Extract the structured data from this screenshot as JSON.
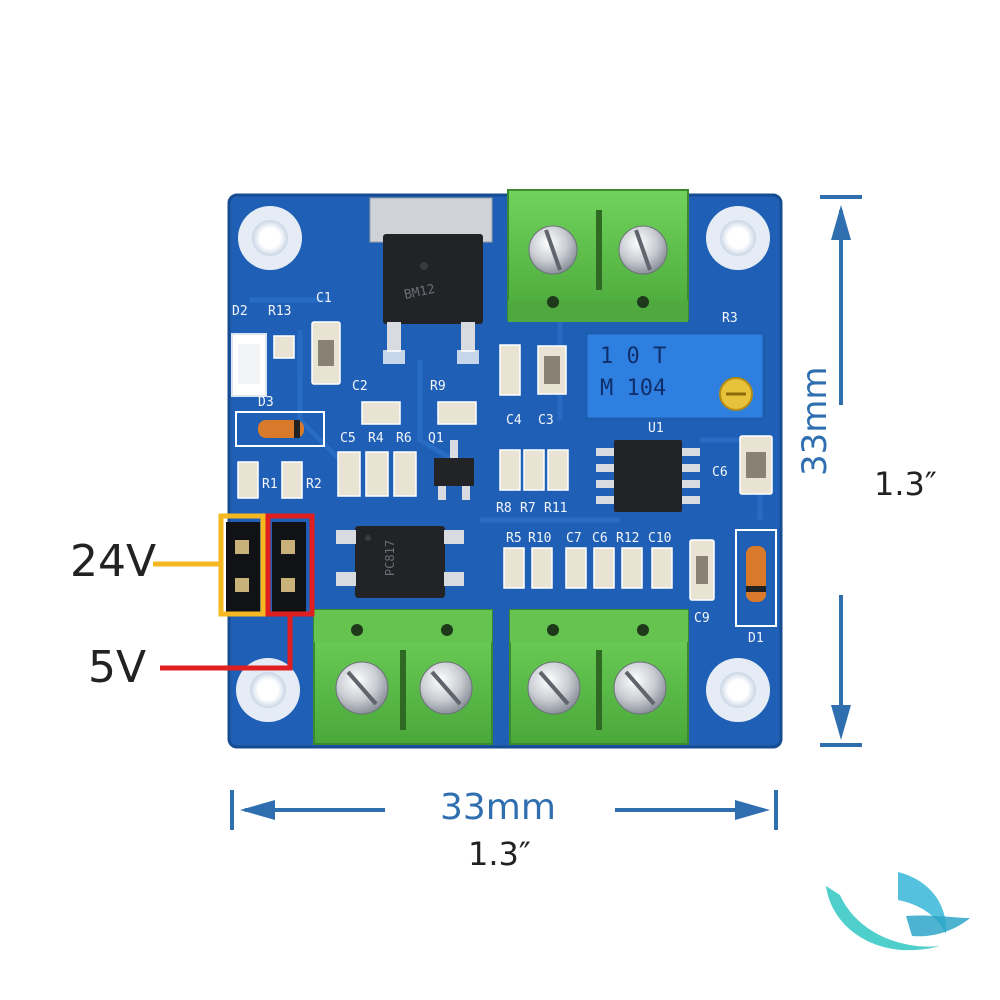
{
  "product": {
    "board_labels": {
      "D2": "D2",
      "R13": "R13",
      "C1": "C1",
      "C2": "C2",
      "R9": "R9",
      "D3": "D3",
      "C5": "C5",
      "R4": "R4",
      "R6": "R6",
      "Q1": "Q1",
      "C4": "C4",
      "C3": "C3",
      "R3": "R3",
      "R1": "R1",
      "R2": "R2",
      "R8": "R8",
      "R7": "R7",
      "R11": "R11",
      "R5": "R5",
      "R10": "R10",
      "C7": "C7",
      "C6b": "C6",
      "R12": "R12",
      "C10": "C10",
      "C6": "C6",
      "C9": "C9",
      "D1": "D1",
      "U1": "U1"
    },
    "chip_marks": {
      "regulator": "BM12",
      "optocoupler": "PC817",
      "potentiometer_top": "1 0 T",
      "potentiometer_bottom": "M 104"
    }
  },
  "callouts": {
    "jumper_24v": "24V",
    "jumper_5v": "5V",
    "colors": {
      "jumper_24v": "#f5b820",
      "jumper_5v": "#e02020",
      "dimension": "#2f6fb0",
      "board": "#1f5fb5",
      "terminal": "#5cc04a"
    }
  },
  "dimensions": {
    "width_mm": "33mm",
    "width_in": "1.3″",
    "height_mm": "33mm",
    "height_in": "1.3″"
  },
  "logo": {
    "icon": "bird-swoosh-logo"
  }
}
